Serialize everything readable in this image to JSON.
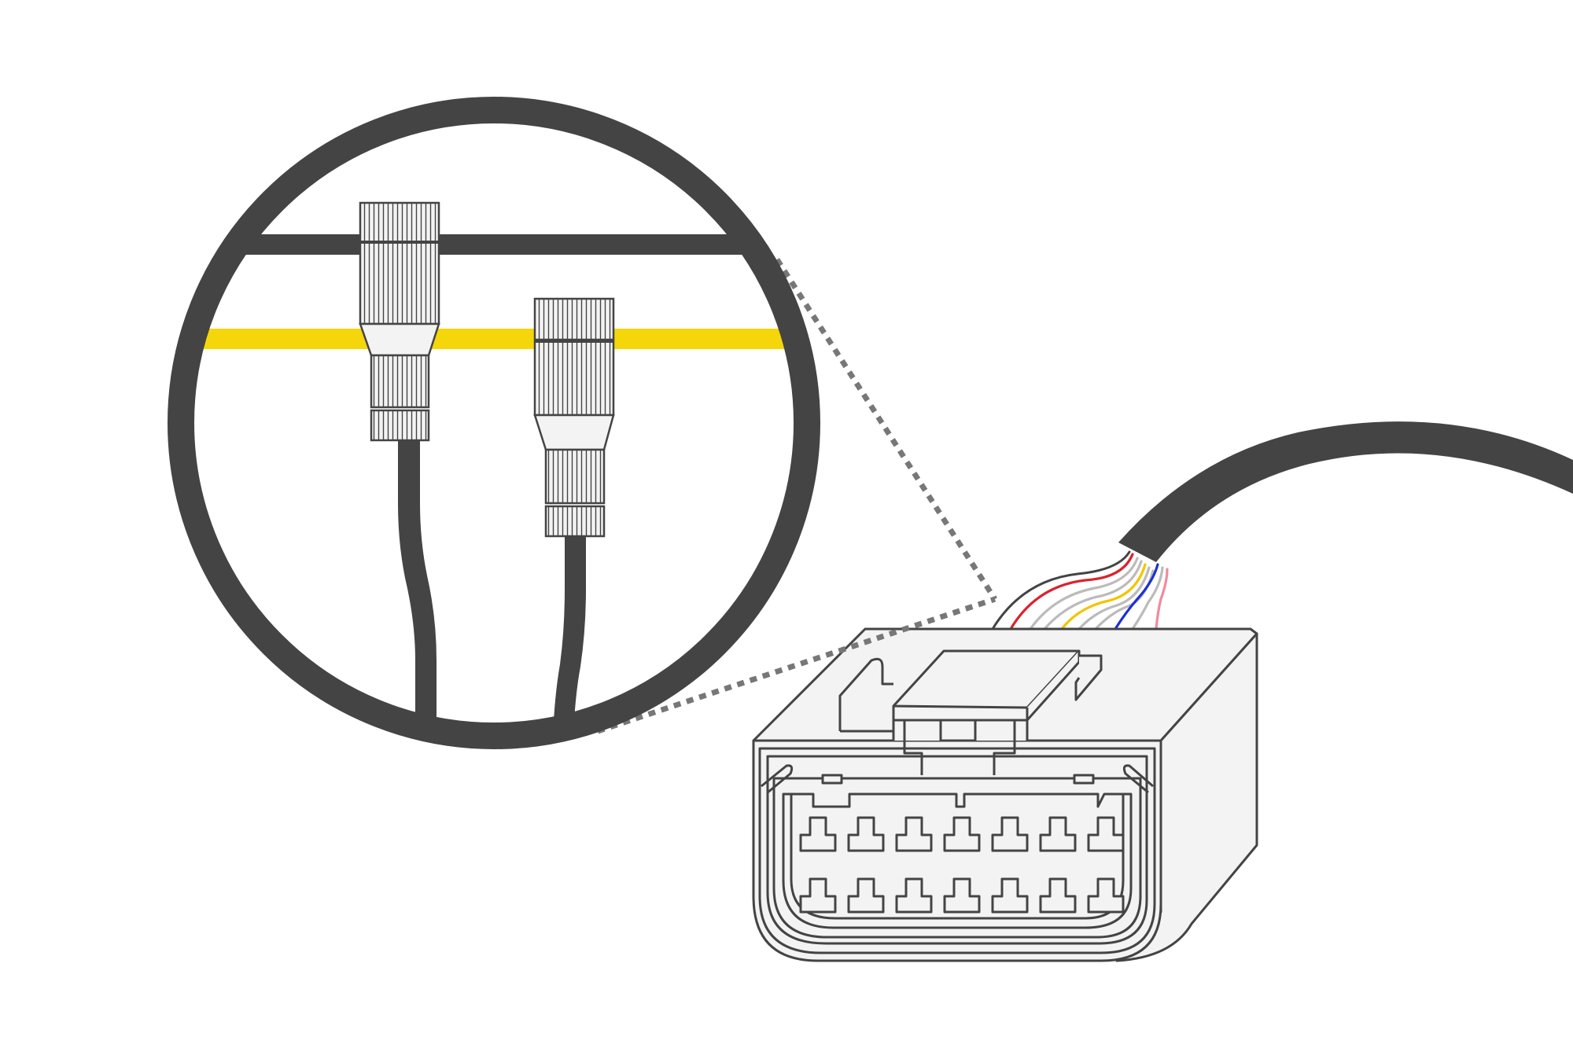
{
  "colors": {
    "outline": "#444444",
    "cable": "#444444",
    "highlight_wire": "#F5D60A",
    "connector_fill": "#F3F3F3",
    "background": "#FFFFFF",
    "leader_line": "#777777",
    "wire_red": "#D9232D",
    "wire_yellow": "#F2C500",
    "wire_blue": "#1E2FD6",
    "wire_pink": "#F08AA0",
    "wire_gray": "#BBBBBB"
  },
  "diagram": {
    "subject": "obd-connector-wiring-tap",
    "callout": "magnified-view",
    "connector_pins": 14,
    "wire_bundle": [
      "red",
      "gray",
      "gray",
      "yellow",
      "gray",
      "gray",
      "blue",
      "gray",
      "pink"
    ],
    "taps": 2
  }
}
